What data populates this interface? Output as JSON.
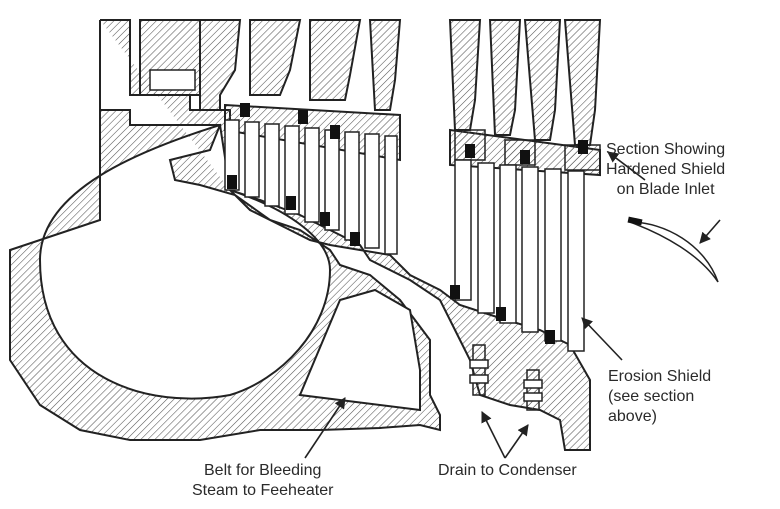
{
  "labels": {
    "section_shield": [
      "Section Showing",
      "Hardened Shield",
      "on Blade Inlet"
    ],
    "erosion_shield": [
      "Erosion Shield",
      "(see section",
      "above)"
    ],
    "belt": [
      "Belt for Bleeding",
      "Steam to Feeheater"
    ],
    "drain": "Drain to Condenser"
  },
  "colors": {
    "line": "#222222",
    "hatch": "#555555",
    "text": "#2a2a2a"
  }
}
